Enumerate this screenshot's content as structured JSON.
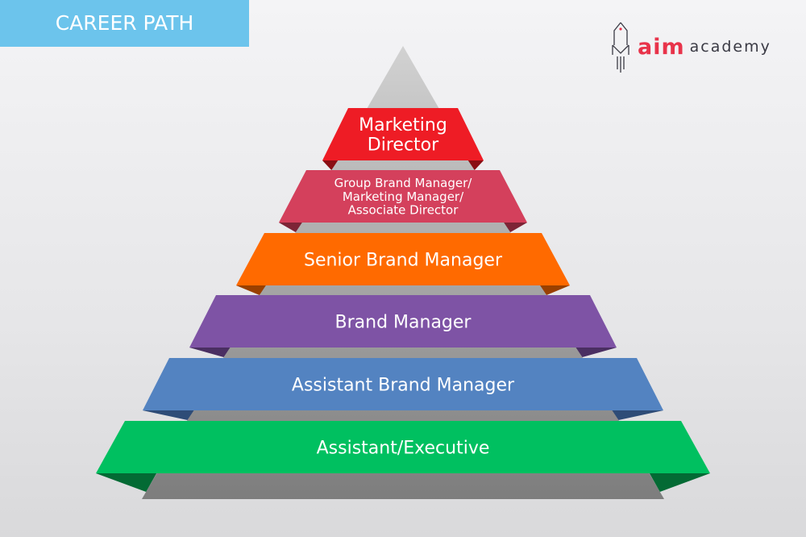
{
  "header": {
    "title": "CAREER PATH"
  },
  "logo": {
    "brand": "aim",
    "suffix": "academy"
  },
  "levels": [
    {
      "lines": [
        "Marketing",
        "Director"
      ],
      "color": "#ee1c25",
      "shade": "#8a0f14"
    },
    {
      "lines": [
        "Group Brand Manager/",
        "Marketing Manager/",
        "Associate Director"
      ],
      "color": "#d4405c",
      "shade": "#7d2436"
    },
    {
      "lines": [
        "Senior Brand Manager"
      ],
      "color": "#ff6a00",
      "shade": "#9a4000"
    },
    {
      "lines": [
        "Brand Manager"
      ],
      "color": "#7e53a5",
      "shade": "#4a2f62"
    },
    {
      "lines": [
        "Assistant Brand Manager"
      ],
      "color": "#5383c1",
      "shade": "#2e4c77"
    },
    {
      "lines": [
        "Assistant/Executive"
      ],
      "color": "#00c060",
      "shade": "#036a34"
    }
  ]
}
